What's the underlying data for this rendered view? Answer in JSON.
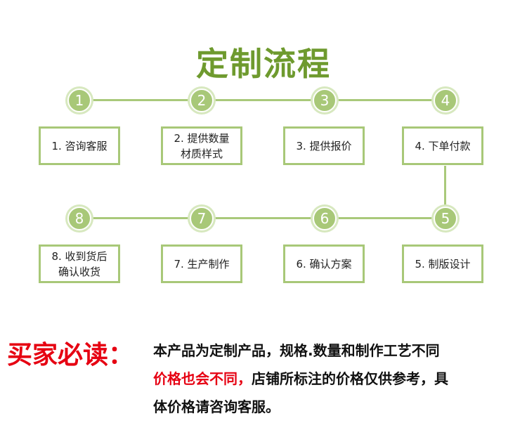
{
  "title": "定制流程",
  "steps": [
    {
      "num": "1",
      "label": "1. 咨询客服"
    },
    {
      "num": "2",
      "label": "2. 提供数量\n   材质样式"
    },
    {
      "num": "3",
      "label": "3. 提供报价"
    },
    {
      "num": "4",
      "label": "4. 下单付款"
    },
    {
      "num": "5",
      "label": "5. 制版设计"
    },
    {
      "num": "6",
      "label": "6. 确认方案"
    },
    {
      "num": "7",
      "label": "7. 生产制作"
    },
    {
      "num": "8",
      "label": "8. 收到货后\n   确认收货"
    }
  ],
  "notice": {
    "heading": "买家必读：",
    "line1": "本产品为定制产品，规格.数量和制作工艺不同",
    "line2_red": "价格也会不同，",
    "line2_rest": "店铺所标注的价格仅供参考，具",
    "line3": "体价格请咨询客服。"
  },
  "colors": {
    "title_green": "#6e9a2e",
    "step_green": "#a8c878",
    "notice_red": "#e60012"
  }
}
